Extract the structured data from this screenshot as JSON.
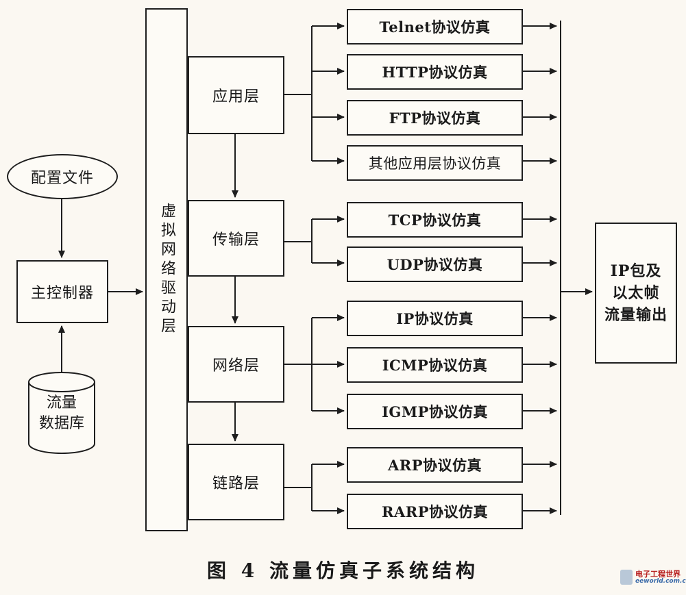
{
  "config_file": "配置文件",
  "main_controller": "主控制器",
  "database": "流量\n数据库",
  "virtual_driver": "虚拟网络驱动层",
  "layers": {
    "application": "应用层",
    "transport": "传输层",
    "network": "网络层",
    "link": "链路层"
  },
  "protocols": {
    "telnet": "Telnet协议仿真",
    "http": "HTTP协议仿真",
    "ftp": "FTP协议仿真",
    "other_app": "其他应用层协议仿真",
    "tcp": "TCP协议仿真",
    "udp": "UDP协议仿真",
    "ip": "IP协议仿真",
    "icmp": "ICMP协议仿真",
    "igmp": "IGMP协议仿真",
    "arp": "ARP协议仿真",
    "rarp": "RARP协议仿真"
  },
  "output": "IP包及\n以太帧\n流量输出",
  "caption": "图 4   流量仿真子系统结构",
  "watermark": {
    "title": "电子工程世界",
    "site": "eeworld.com.cn"
  }
}
